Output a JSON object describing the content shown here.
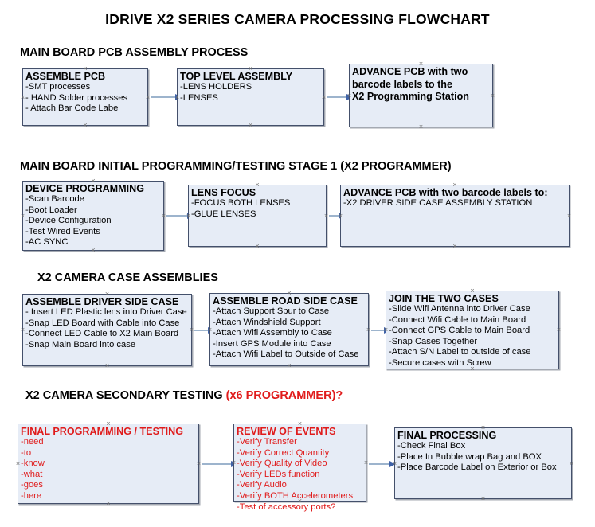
{
  "title": "IDRIVE X2  SERIES CAMERA PROCESSING FLOWCHART",
  "colors": {
    "accent_red": "#e01b1b",
    "node_fill": "#e6ecf6",
    "node_border": "#44506b",
    "connector_line": "#9db4cd",
    "connector_arrow": "#3f62a8"
  },
  "handle_glyph": "×",
  "sections": [
    {
      "header": "MAIN BOARD PCB ASSEMBLY PROCESS",
      "header_accent": "",
      "nodes": [
        {
          "title": "ASSEMBLE PCB",
          "lines": [
            "-SMT processes",
            "- HAND Solder processes",
            "- Attach Bar Code Label"
          ]
        },
        {
          "title": "TOP LEVEL ASSEMBLY",
          "lines": [
            "-LENS HOLDERS",
            "-LENSES"
          ]
        },
        {
          "title": "ADVANCE PCB with two",
          "lines": [
            "barcode labels to the",
            " X2 Programming Station"
          ]
        }
      ]
    },
    {
      "header": "MAIN BOARD INITIAL PROGRAMMING/TESTING STAGE 1 (X2 PROGRAMMER)",
      "header_accent": "",
      "nodes": [
        {
          "title": "DEVICE PROGRAMMING",
          "lines": [
            "-Scan Barcode",
            "-Boot Loader",
            "-Device Configuration",
            "-Test Wired Events",
            "-AC SYNC"
          ]
        },
        {
          "title": "LENS FOCUS",
          "lines": [
            "-FOCUS BOTH LENSES",
            "-GLUE LENSES"
          ]
        },
        {
          "title": "ADVANCE PCB with two barcode labels to:",
          "lines": [
            "-X2 DRIVER  SIDE  CASE  ASSEMBLY STATION"
          ]
        }
      ]
    },
    {
      "header": "X2 CAMERA CASE ASSEMBLIES",
      "header_accent": "",
      "nodes": [
        {
          "title": "ASSEMBLE DRIVER SIDE CASE",
          "lines": [
            "- Insert LED Plastic lens into Driver Case",
            "-Snap LED Board with Cable into Case",
            "-Connect LED Cable to X2 Main Board",
            "-Snap Main Board into case"
          ]
        },
        {
          "title": "ASSEMBLE ROAD SIDE CASE",
          "lines": [
            "-Attach Support Spur to Case",
            "-Attach Windshield Support",
            "-Attach Wifi Assembly to Case",
            "-Insert GPS Module into Case",
            "-Attach Wifi Label to Outside of Case"
          ]
        },
        {
          "title": "JOIN THE TWO CASES",
          "lines": [
            "-Slide Wifi Antenna into Driver Case",
            "-Connect Wifi Cable to Main Board",
            "-Connect GPS Cable to Main Board",
            "-Snap Cases Together",
            "-Attach S/N Label to outside of case",
            "-Secure cases with Screw"
          ]
        }
      ]
    },
    {
      "header": "X2 CAMERA SECONDARY TESTING ",
      "header_accent": "(x6 PROGRAMMER)?",
      "nodes": [
        {
          "title": "FINAL PROGRAMMING / TESTING",
          "lines": [
            "-need",
            "-to",
            "-know",
            "-what",
            "-goes",
            "-here"
          ]
        },
        {
          "title": "REVIEW OF EVENTS",
          "lines": [
            "-Verify Transfer",
            "-Verify Correct Quantity",
            "-Verify Quality of Video",
            "-Verify LEDs function",
            "-Verify Audio",
            "-Verify BOTH Accelerometers",
            "-Test of accessory ports?"
          ]
        },
        {
          "title": "FINAL PROCESSING",
          "lines": [
            " -Check Final Box",
            "-Place In Bubble wrap Bag and BOX",
            "-Place Barcode Label on Exterior or Box"
          ]
        }
      ]
    }
  ]
}
